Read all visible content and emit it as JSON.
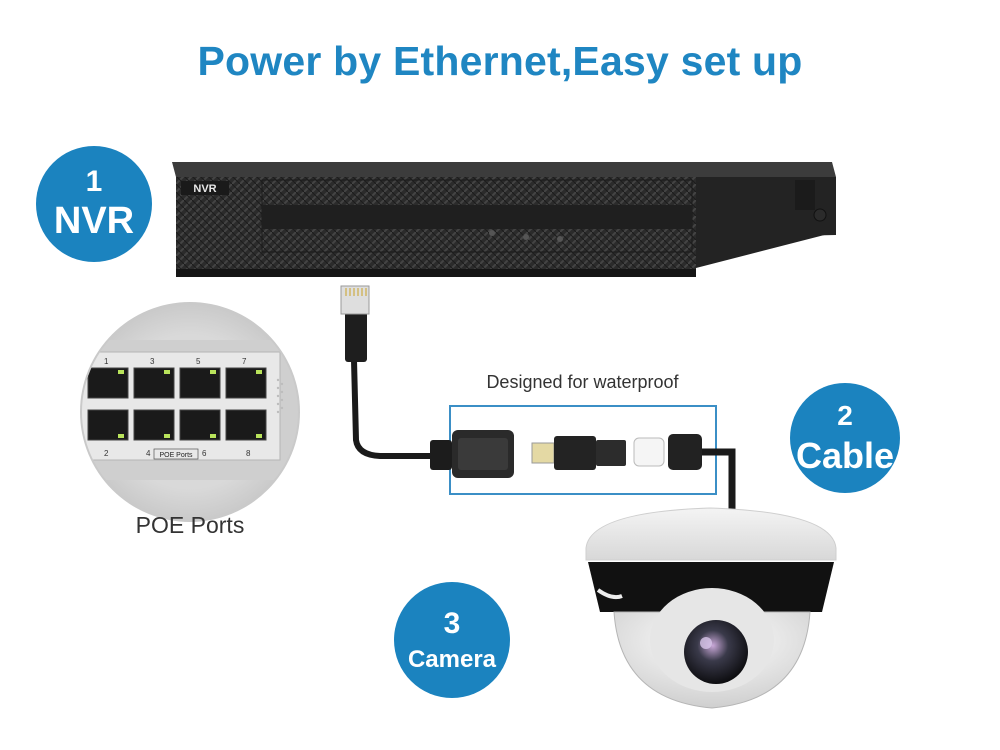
{
  "title": "Power by Ethernet,Easy set up",
  "badges": {
    "nvr": {
      "number": "1",
      "label": "NVR"
    },
    "cable": {
      "number": "2",
      "label": "Cable"
    },
    "camera": {
      "number": "3",
      "label": "Camera"
    }
  },
  "nvr_device": {
    "front_label": "NVR"
  },
  "poe_switch": {
    "caption": "POE Ports",
    "panel_label": "POE Ports",
    "top_port_numbers": [
      "1",
      "3",
      "5",
      "7"
    ],
    "bottom_port_numbers": [
      "2",
      "4",
      "6",
      "8"
    ]
  },
  "waterproof_caption": "Designed for waterproof",
  "colors": {
    "accent_blue": "#1f86c2",
    "badge_blue": "#1b83bf",
    "highlight_box": "#3b8fc6"
  }
}
